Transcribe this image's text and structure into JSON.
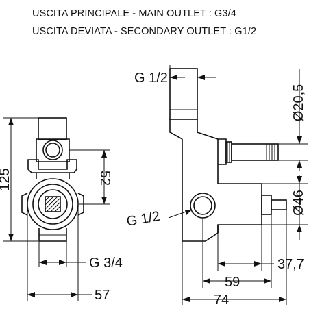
{
  "header": {
    "main_outlet": "USCITA PRINCIPALE - MAIN OUTLET : G3/4",
    "secondary_outlet": "USCITA DEVIATA - SECONDARY OUTLET : G1/2"
  },
  "front_view": {
    "height_label": "125",
    "offset_label": "52",
    "thread_label": "G 3/4",
    "width_label": "57"
  },
  "side_view": {
    "top_thread_label": "G 1/2",
    "top_diameter_label": "Ø20,5",
    "body_diameter_label": "Ø46",
    "side_thread_label": "G 1/2",
    "depth_label": "37,7",
    "depth_label_2": "59",
    "total_depth_label": "74"
  }
}
